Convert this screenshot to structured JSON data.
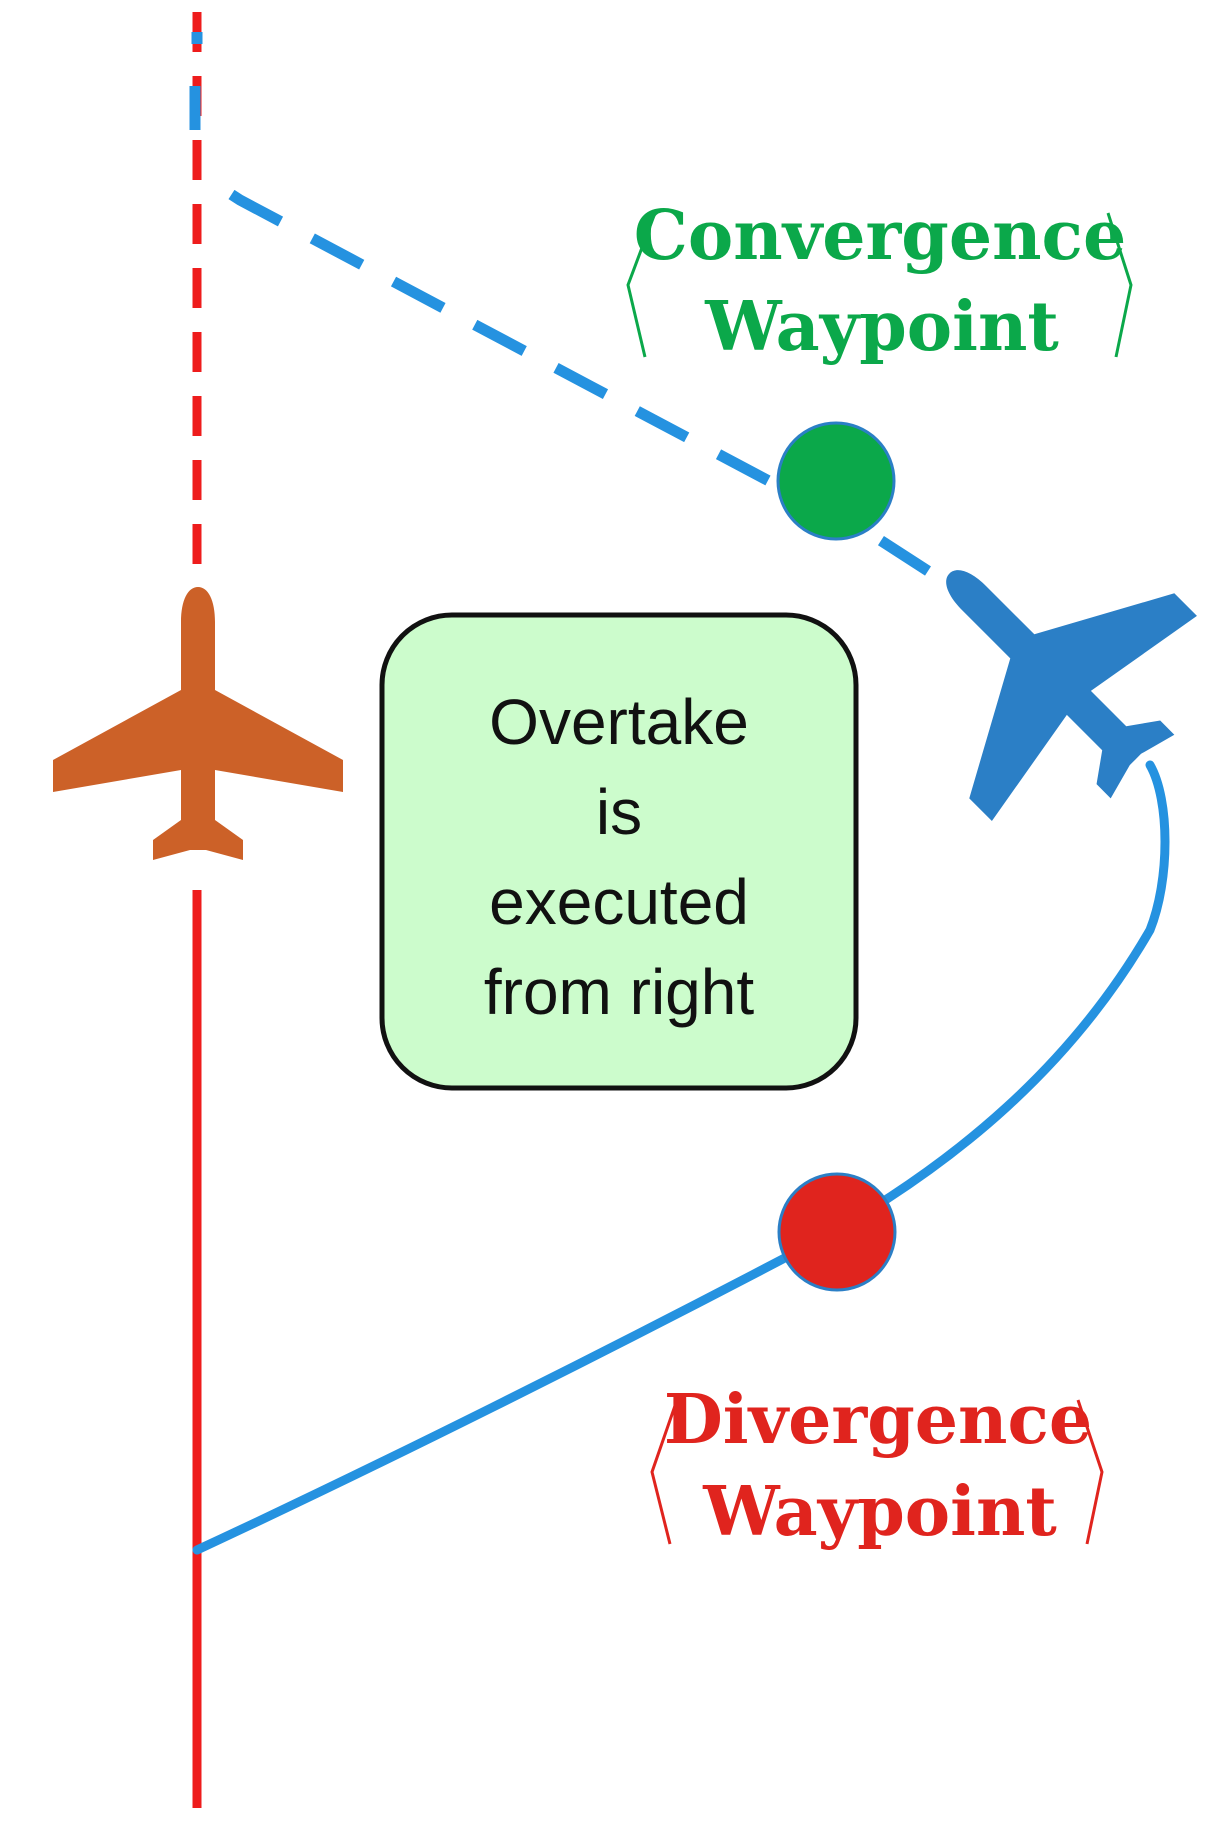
{
  "colors": {
    "red_path": "#ee1c1c",
    "blue_path": "#2592e0",
    "orange_plane": "#cc6128",
    "blue_plane": "#2b7fc6",
    "convergence": "#0ba84a",
    "divergence": "#e0241e",
    "note_fill": "#ccfccc",
    "note_stroke": "#111111"
  },
  "icons": {
    "lead_aircraft": "airplane-icon",
    "overtaking_aircraft": "airplane-icon"
  },
  "convergence_label": {
    "line1": "Convergence",
    "line2": "Waypoint"
  },
  "divergence_label": {
    "line1": "Divergence",
    "line2": "Waypoint"
  },
  "note": {
    "line1": "Overtake",
    "line2": "is",
    "line3": "executed",
    "line4": "from right"
  }
}
